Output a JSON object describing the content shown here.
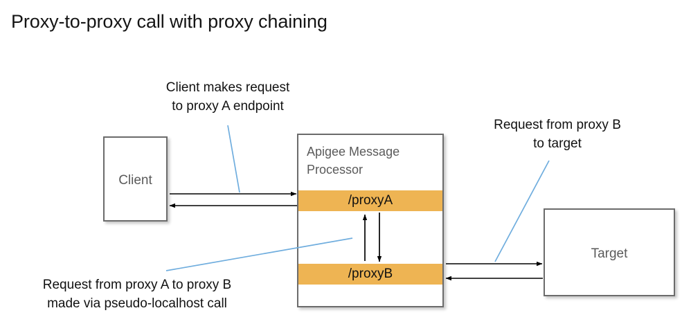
{
  "title": "Proxy-to-proxy call with proxy chaining",
  "nodes": {
    "client": {
      "label": "Client"
    },
    "target": {
      "label": "Target"
    },
    "message_processor": {
      "title_line1": "Apigee Message",
      "title_line2": "Processor",
      "proxy_a": "/proxyA",
      "proxy_b": "/proxyB"
    }
  },
  "annotations": {
    "client_request": {
      "line1": "Client makes request",
      "line2": "to proxy A endpoint"
    },
    "target_request": {
      "line1": "Request from proxy B",
      "line2": "to target"
    },
    "chaining": {
      "line1": "Request from proxy A to proxy B",
      "line2": "made via pseudo-localhost call"
    }
  },
  "colors": {
    "proxy_band": "#eeb453",
    "box_border": "#6b6b6b",
    "box_label_text": "#5a5a5a",
    "leader_line": "#6fadde",
    "arrow": "#000000",
    "title_text": "#141414"
  },
  "flows": [
    {
      "name": "client-to-proxy-a",
      "direction": "right"
    },
    {
      "name": "proxy-a-to-client",
      "direction": "left"
    },
    {
      "name": "proxy-b-to-proxy-a",
      "direction": "up"
    },
    {
      "name": "proxy-a-to-proxy-b",
      "direction": "down"
    },
    {
      "name": "proxy-b-to-target",
      "direction": "right"
    },
    {
      "name": "target-to-proxy-b",
      "direction": "left"
    }
  ]
}
